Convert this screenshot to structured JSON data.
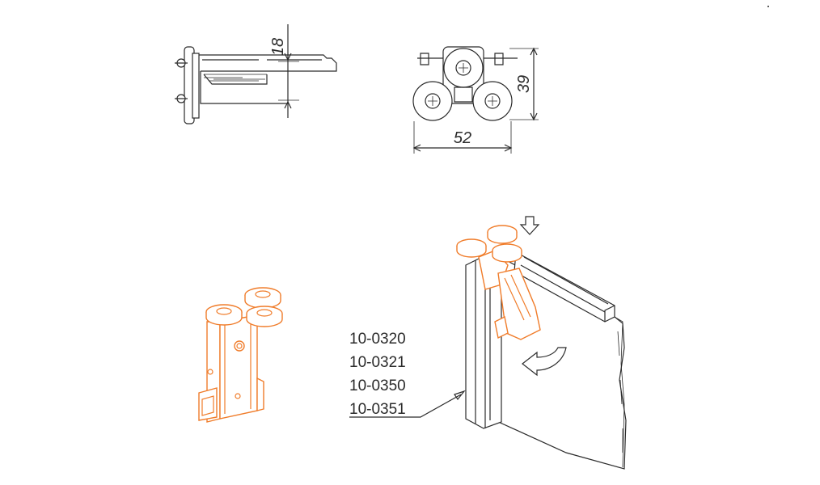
{
  "dimensions": {
    "height_side": "18",
    "height_front": "39",
    "width_front": "52"
  },
  "part_codes": [
    "10-0320",
    "10-0321",
    "10-0350",
    "10-0351"
  ],
  "colors": {
    "line": "#2b2b2b",
    "accent": "#f07c2a",
    "background": "#ffffff"
  }
}
